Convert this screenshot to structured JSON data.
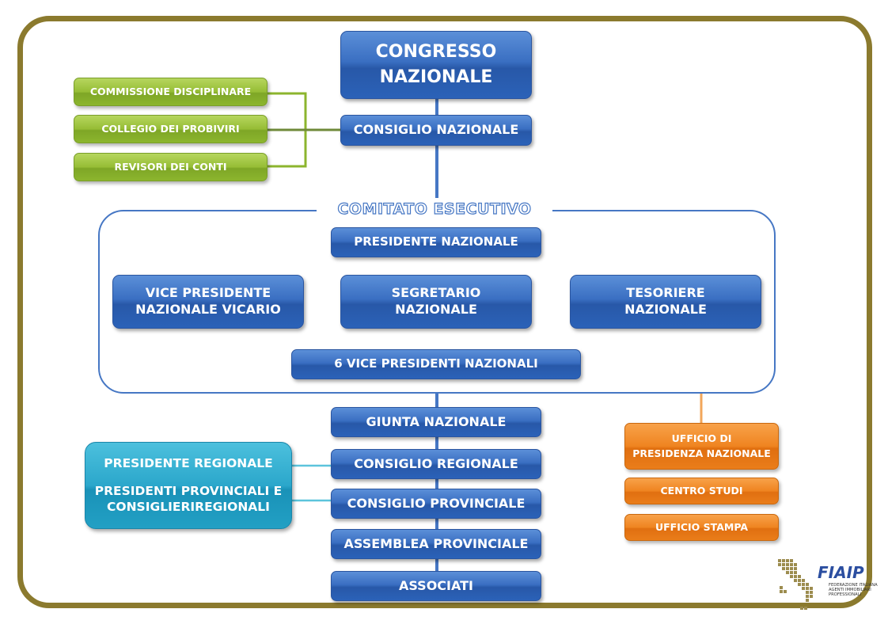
{
  "top": {
    "congresso": [
      "CONGRESSO",
      "NAZIONALE"
    ],
    "consiglio_nazionale": "CONSIGLIO NAZIONALE"
  },
  "side_bodies": {
    "commissione": "COMMISSIONE DISCIPLINARE",
    "collegio": "COLLEGIO DEI PROBIVIRI",
    "revisori": "REVISORI DEI CONTI"
  },
  "comitato": {
    "title": "COMITATO ESECUTIVO",
    "presidente": "PRESIDENTE NAZIONALE",
    "vice_vicario": [
      "VICE PRESIDENTE",
      "NAZIONALE VICARIO"
    ],
    "segretario": [
      "SEGRETARIO",
      "NAZIONALE"
    ],
    "tesoriere": [
      "TESORIERE",
      "NAZIONALE"
    ],
    "sei_vice": "6 VICE PRESIDENTI NAZIONALI"
  },
  "lower": {
    "giunta": "GIUNTA NAZIONALE",
    "consiglio_regionale": "CONSIGLIO REGIONALE",
    "consiglio_provinciale": "CONSIGLIO PROVINCIALE",
    "assemblea": "ASSEMBLEA PROVINCIALE",
    "associati": "ASSOCIATI"
  },
  "regional": {
    "presidente_regionale": "PRESIDENTE REGIONALE",
    "presidenti_provinciali": [
      "PRESIDENTI PROVINCIALI E",
      "CONSIGLIERIREGIONALI"
    ]
  },
  "offices": {
    "ufficio_presidenza": [
      "UFFICIO DI",
      "PRESIDENZA NAZIONALE"
    ],
    "centro_studi": "CENTRO STUDI",
    "ufficio_stampa": "UFFICIO STAMPA"
  },
  "logo": {
    "brand": "FIAIP",
    "lines": [
      "FEDERAZIONE ITALIANA",
      "AGENTI IMMOBILIARI",
      "PROFESSIONALI"
    ]
  },
  "colors": {
    "frame": "#8b7a2e",
    "blue": "#2b62b8",
    "green": "#8cb52e",
    "orange": "#ea7d1a",
    "teal": "#22a0c4"
  }
}
